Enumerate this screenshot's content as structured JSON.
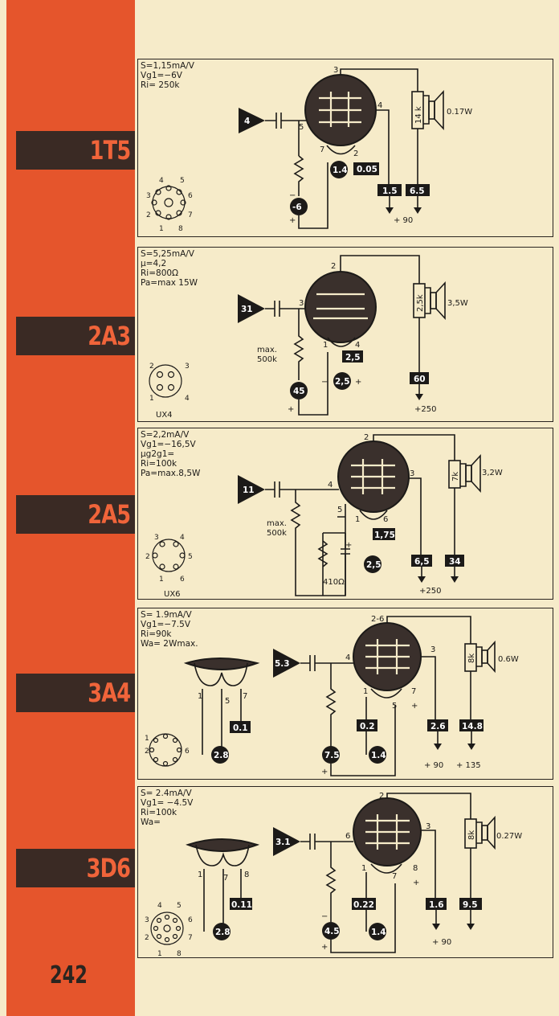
{
  "page_number": "242",
  "tubes": [
    {
      "name": "1T5",
      "specs": [
        "S=1,15mA/V",
        "Vg1=−6V",
        "Ri= 250k"
      ],
      "input_amp": "4",
      "grid_bias": "-6",
      "filament_v": "1.4",
      "filament_a": "0.05",
      "screen_ma": "1.5",
      "anode_ma": "6.5",
      "load": "14 k",
      "output_power": "0.17W",
      "supply": "+ 90",
      "pins": {
        "anode": "3",
        "screen": "4",
        "grid": "5",
        "f_minus": "7",
        "f_plus": "2"
      }
    },
    {
      "name": "2A3",
      "specs": [
        "S=5,25mA/V",
        "μ=4,2",
        "Ri=800Ω",
        "Pa=max 15W"
      ],
      "input_amp": "31",
      "grid_resistor": "max.\n500k",
      "filament_a": "2,5",
      "filament_v": "2,5",
      "cathode_v": "45",
      "anode_ma": "60",
      "load": "2,5k",
      "output_power": "3,5W",
      "supply": "+250",
      "socket": "UX4",
      "pins": {
        "anode": "2",
        "grid": "3",
        "f1": "1",
        "f4": "4"
      }
    },
    {
      "name": "2A5",
      "specs": [
        "S=2,2mA/V",
        "Vg1=−16,5V",
        "μg2g1=",
        "Ri=100k",
        "Pa=max.8,5W"
      ],
      "input_amp": "11",
      "grid_resistor": "max.\n500k",
      "cathode_resistor": "410Ω",
      "filament_a": "1,75",
      "filament_v": "2,5",
      "screen_ma": "6,5",
      "anode_ma": "34",
      "load": "7k",
      "output_power": "3,2W",
      "supply": "+250",
      "socket": "UX6",
      "pins": {
        "anode": "2",
        "screen": "3",
        "grid": "4",
        "k": "5",
        "f1": "1",
        "f6": "6"
      }
    },
    {
      "name": "3A4",
      "specs": [
        "S= 1.9mA/V",
        "Vg1=−7.5V",
        "Ri=90k",
        "Wa= 2Wmax."
      ],
      "input_amp": "5.3",
      "heater_a": "0.1",
      "heater_v": "2.8",
      "grid_bias": "7.5",
      "filament_a": "0.2",
      "filament_v": "1.4",
      "screen_ma": "2.6",
      "anode_ma": "14.8",
      "load": "8k",
      "output_power": "0.6W",
      "supply_screen": "+ 90",
      "supply_anode": "+ 135",
      "pins": {
        "anode": "2-6",
        "screen": "3",
        "grid": "4",
        "f1": "1",
        "f5": "5",
        "f7": "7"
      }
    },
    {
      "name": "3D6",
      "specs": [
        "S= 2.4mA/V",
        "Vg1= −4.5V",
        "Ri=100k",
        "Wa="
      ],
      "input_amp": "3.1",
      "heater_a": "0.11",
      "heater_v": "2.8",
      "grid_bias": "4.5",
      "filament_a": "0.22",
      "filament_v": "1.4",
      "screen_ma": "1.6",
      "anode_ma": "9.5",
      "load": "8k",
      "output_power": "0.27W",
      "supply": "+ 90",
      "pins": {
        "anode": "2",
        "screen": "3",
        "grid": "6",
        "f1": "1",
        "f7": "7",
        "f8": "8"
      }
    }
  ]
}
